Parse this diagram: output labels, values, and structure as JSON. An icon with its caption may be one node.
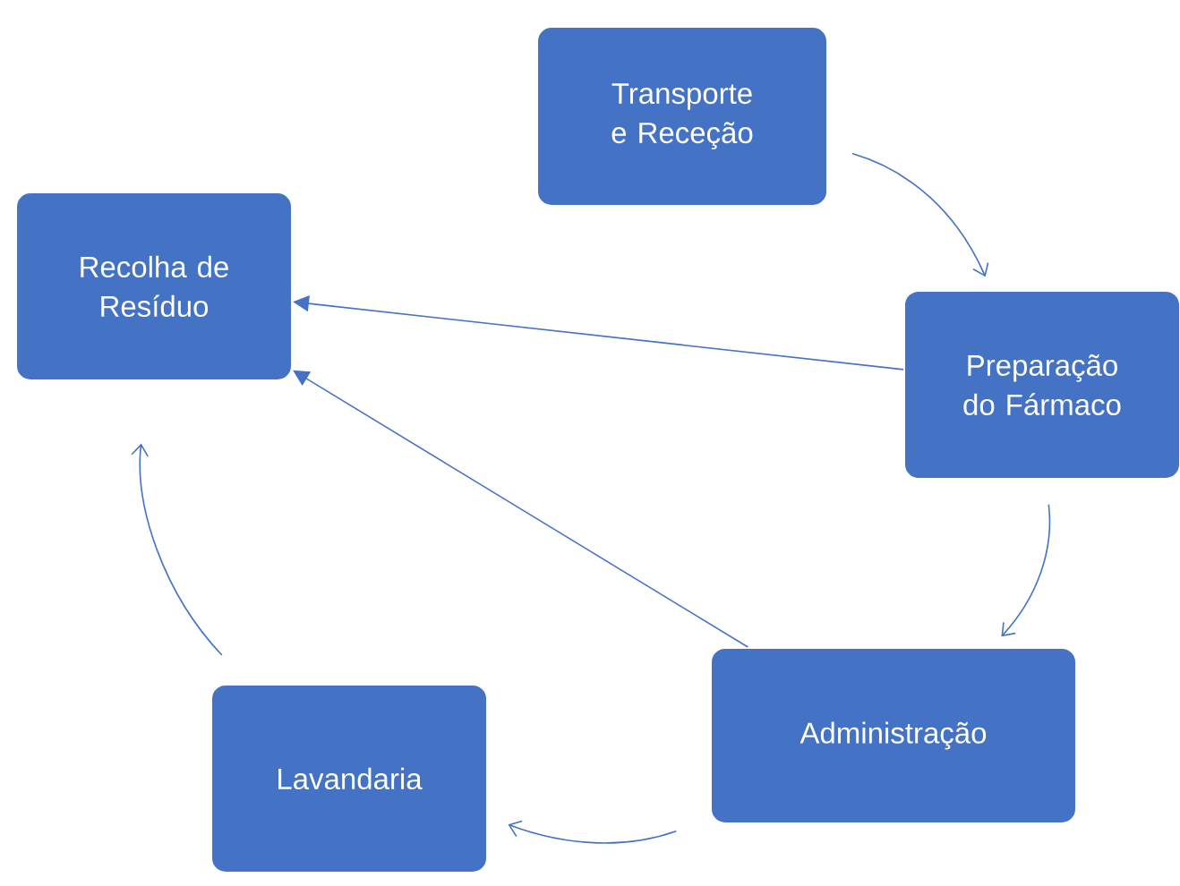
{
  "diagram": {
    "nodes": [
      {
        "text": [
          "Transporte e Receção"
        ]
      },
      {
        "text": [
          "Recolha de Resíduo"
        ]
      },
      {
        "text": [
          "Preparação do Fármaco"
        ]
      },
      {
        "text": [
          "Administração"
        ]
      },
      {
        "text": [
          "Lavandaria"
        ]
      }
    ],
    "edges": [
      {
        "from": 0,
        "to": 2,
        "arrow": "to"
      },
      {
        "from": 2,
        "to": 3,
        "arrow": "to"
      },
      {
        "from": 3,
        "to": 4,
        "arrow": "to"
      },
      {
        "from": 4,
        "to": 1,
        "arrow": "to"
      },
      {
        "from": 2,
        "to": 1,
        "arrow": "to"
      },
      {
        "from": 3,
        "to": 1,
        "arrow": "to"
      }
    ]
  }
}
